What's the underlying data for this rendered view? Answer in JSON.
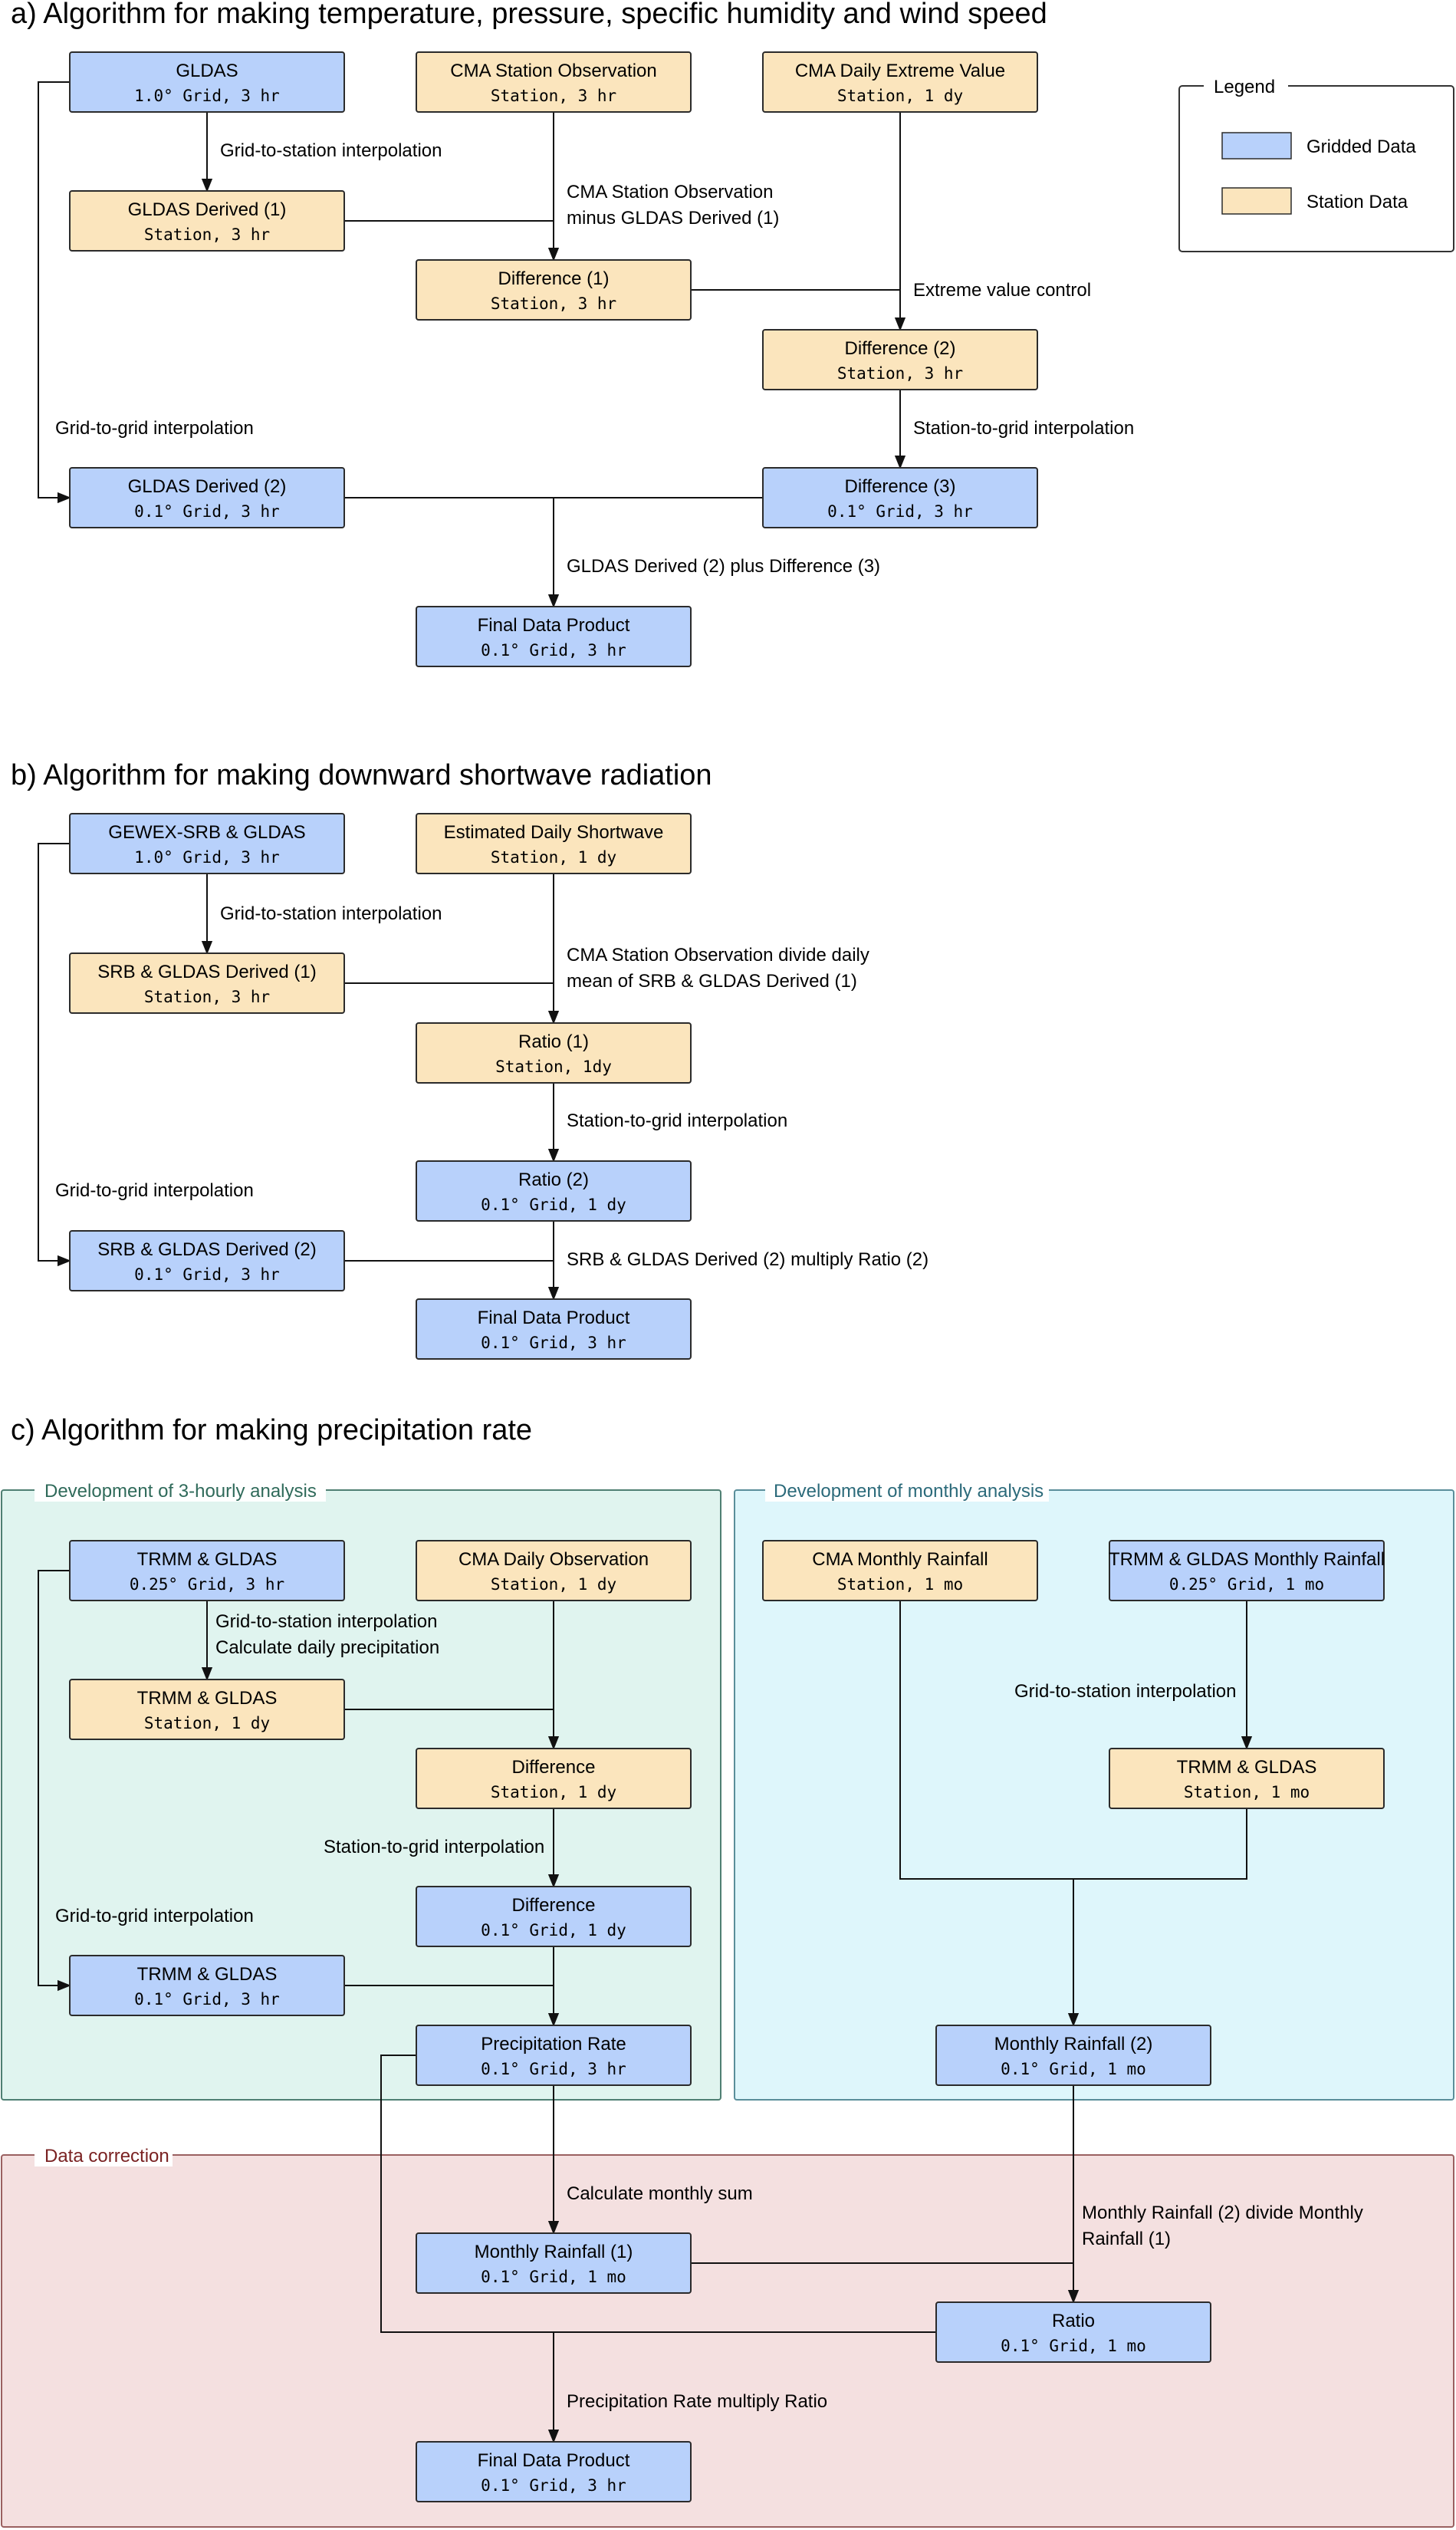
{
  "colors": {
    "grid_fill": "#b8d1fb",
    "station_fill": "#fbe5bd",
    "box_stroke": "#2b2b2b",
    "hourly_panel": "#e0f4ef",
    "hourly_panel_border": "#4f7f73",
    "monthly_panel": "#def6fb",
    "monthly_panel_border": "#5a8e9a",
    "correction_panel": "#f4e0e0",
    "correction_panel_border": "#9a6060"
  },
  "sections": [
    {
      "id": "a",
      "title": "a) Algorithm for making temperature, pressure, specific humidity and wind speed"
    },
    {
      "id": "b",
      "title": "b) Algorithm for making downward shortwave radiation"
    },
    {
      "id": "c",
      "title": "c) Algorithm for making precipitation rate"
    }
  ],
  "panels": [
    {
      "id": "hourly",
      "title": "Development of 3-hourly analysis"
    },
    {
      "id": "monthly",
      "title": "Development of monthly analysis"
    },
    {
      "id": "correction",
      "title": "Data correction"
    }
  ],
  "legend": {
    "title": "Legend",
    "items": [
      {
        "kind": "grid",
        "label": "Gridded Data"
      },
      {
        "kind": "station",
        "label": "Station Data"
      }
    ]
  },
  "nodes": [
    {
      "id": "a_gldas",
      "kind": "grid",
      "title": "GLDAS",
      "sub": "1.0° Grid, 3 hr"
    },
    {
      "id": "a_cma",
      "kind": "station",
      "title": "CMA Station Observation",
      "sub": "Station, 3 hr"
    },
    {
      "id": "a_cmaext",
      "kind": "station",
      "title": "CMA Daily Extreme Value",
      "sub": "Station, 1 dy"
    },
    {
      "id": "a_gd1",
      "kind": "station",
      "title": "GLDAS Derived (1)",
      "sub": "Station, 3 hr"
    },
    {
      "id": "a_diff1",
      "kind": "station",
      "title": "Difference (1)",
      "sub": "Station, 3 hr"
    },
    {
      "id": "a_diff2",
      "kind": "station",
      "title": "Difference (2)",
      "sub": "Station, 3 hr"
    },
    {
      "id": "a_gd2",
      "kind": "grid",
      "title": "GLDAS Derived (2)",
      "sub": "0.1° Grid, 3 hr"
    },
    {
      "id": "a_diff3",
      "kind": "grid",
      "title": "Difference (3)",
      "sub": "0.1° Grid, 3 hr"
    },
    {
      "id": "a_final",
      "kind": "grid",
      "title": "Final Data Product",
      "sub": "0.1° Grid, 3 hr"
    },
    {
      "id": "b_gewex",
      "kind": "grid",
      "title": "GEWEX-SRB & GLDAS",
      "sub": "1.0° Grid, 3 hr"
    },
    {
      "id": "b_est",
      "kind": "station",
      "title": "Estimated Daily Shortwave",
      "sub": "Station, 1 dy"
    },
    {
      "id": "b_sd1",
      "kind": "station",
      "title": "SRB & GLDAS Derived (1)",
      "sub": "Station, 3 hr"
    },
    {
      "id": "b_r1",
      "kind": "station",
      "title": "Ratio (1)",
      "sub": "Station, 1dy"
    },
    {
      "id": "b_r2",
      "kind": "grid",
      "title": "Ratio (2)",
      "sub": "0.1° Grid, 1 dy"
    },
    {
      "id": "b_sd2",
      "kind": "grid",
      "title": "SRB & GLDAS Derived (2)",
      "sub": "0.1° Grid, 3 hr"
    },
    {
      "id": "b_final",
      "kind": "grid",
      "title": "Final Data Product",
      "sub": "0.1° Grid, 3 hr"
    },
    {
      "id": "c_tg",
      "kind": "grid",
      "title": "TRMM & GLDAS",
      "sub": "0.25° Grid, 3 hr"
    },
    {
      "id": "c_cmad",
      "kind": "station",
      "title": "CMA Daily Observation",
      "sub": "Station, 1 dy"
    },
    {
      "id": "c_tgs",
      "kind": "station",
      "title": "TRMM & GLDAS",
      "sub": "Station, 1 dy"
    },
    {
      "id": "c_diff",
      "kind": "station",
      "title": "Difference",
      "sub": "Station, 1 dy"
    },
    {
      "id": "c_diffg",
      "kind": "grid",
      "title": "Difference",
      "sub": "0.1° Grid, 1 dy"
    },
    {
      "id": "c_tgg",
      "kind": "grid",
      "title": "TRMM & GLDAS",
      "sub": "0.1° Grid, 3 hr"
    },
    {
      "id": "c_pr",
      "kind": "grid",
      "title": "Precipitation Rate",
      "sub": "0.1° Grid, 3 hr"
    },
    {
      "id": "c_cmam",
      "kind": "station",
      "title": "CMA Monthly Rainfall",
      "sub": "Station, 1 mo"
    },
    {
      "id": "c_tgm",
      "kind": "grid",
      "title": "TRMM & GLDAS Monthly Rainfall",
      "sub": "0.25° Grid, 1 mo"
    },
    {
      "id": "c_tgms",
      "kind": "station",
      "title": "TRMM & GLDAS",
      "sub": "Station, 1 mo"
    },
    {
      "id": "c_mr2",
      "kind": "grid",
      "title": "Monthly Rainfall (2)",
      "sub": "0.1° Grid, 1 mo"
    },
    {
      "id": "c_mr1",
      "kind": "grid",
      "title": "Monthly Rainfall (1)",
      "sub": "0.1° Grid, 1 mo"
    },
    {
      "id": "c_ratio",
      "kind": "grid",
      "title": "Ratio",
      "sub": "0.1° Grid, 1 mo"
    },
    {
      "id": "c_final",
      "kind": "grid",
      "title": "Final Data Product",
      "sub": "0.1° Grid, 3 hr"
    }
  ],
  "edge_labels": [
    {
      "id": "a_l1",
      "lines": [
        "Grid-to-station interpolation"
      ]
    },
    {
      "id": "a_l2",
      "lines": [
        "CMA Station Observation",
        "minus GLDAS Derived (1)"
      ]
    },
    {
      "id": "a_l3",
      "lines": [
        "Extreme value control"
      ]
    },
    {
      "id": "a_l4",
      "lines": [
        "Station-to-grid interpolation"
      ]
    },
    {
      "id": "a_l5",
      "lines": [
        "Grid-to-grid interpolation"
      ]
    },
    {
      "id": "a_l6",
      "lines": [
        "GLDAS Derived (2) plus Difference (3)"
      ]
    },
    {
      "id": "b_l1",
      "lines": [
        "Grid-to-station interpolation"
      ]
    },
    {
      "id": "b_l2",
      "lines": [
        "CMA Station Observation divide daily",
        "mean of SRB & GLDAS Derived (1)"
      ]
    },
    {
      "id": "b_l3",
      "lines": [
        "Station-to-grid interpolation"
      ]
    },
    {
      "id": "b_l4",
      "lines": [
        "Grid-to-grid interpolation"
      ]
    },
    {
      "id": "b_l5",
      "lines": [
        "SRB & GLDAS Derived (2) multiply Ratio (2)"
      ]
    },
    {
      "id": "c_l1",
      "lines": [
        "Grid-to-station interpolation",
        "Calculate daily precipitation"
      ]
    },
    {
      "id": "c_l2",
      "lines": [
        "Station-to-grid interpolation"
      ]
    },
    {
      "id": "c_l3",
      "lines": [
        "Grid-to-grid interpolation"
      ]
    },
    {
      "id": "c_l4",
      "lines": [
        "Grid-to-station interpolation"
      ]
    },
    {
      "id": "c_l5",
      "lines": [
        "Calculate monthly sum"
      ]
    },
    {
      "id": "c_l6",
      "lines": [
        "Monthly Rainfall (2) divide Monthly",
        "Rainfall (1)"
      ]
    },
    {
      "id": "c_l7",
      "lines": [
        "Precipitation Rate multiply Ratio"
      ]
    }
  ]
}
